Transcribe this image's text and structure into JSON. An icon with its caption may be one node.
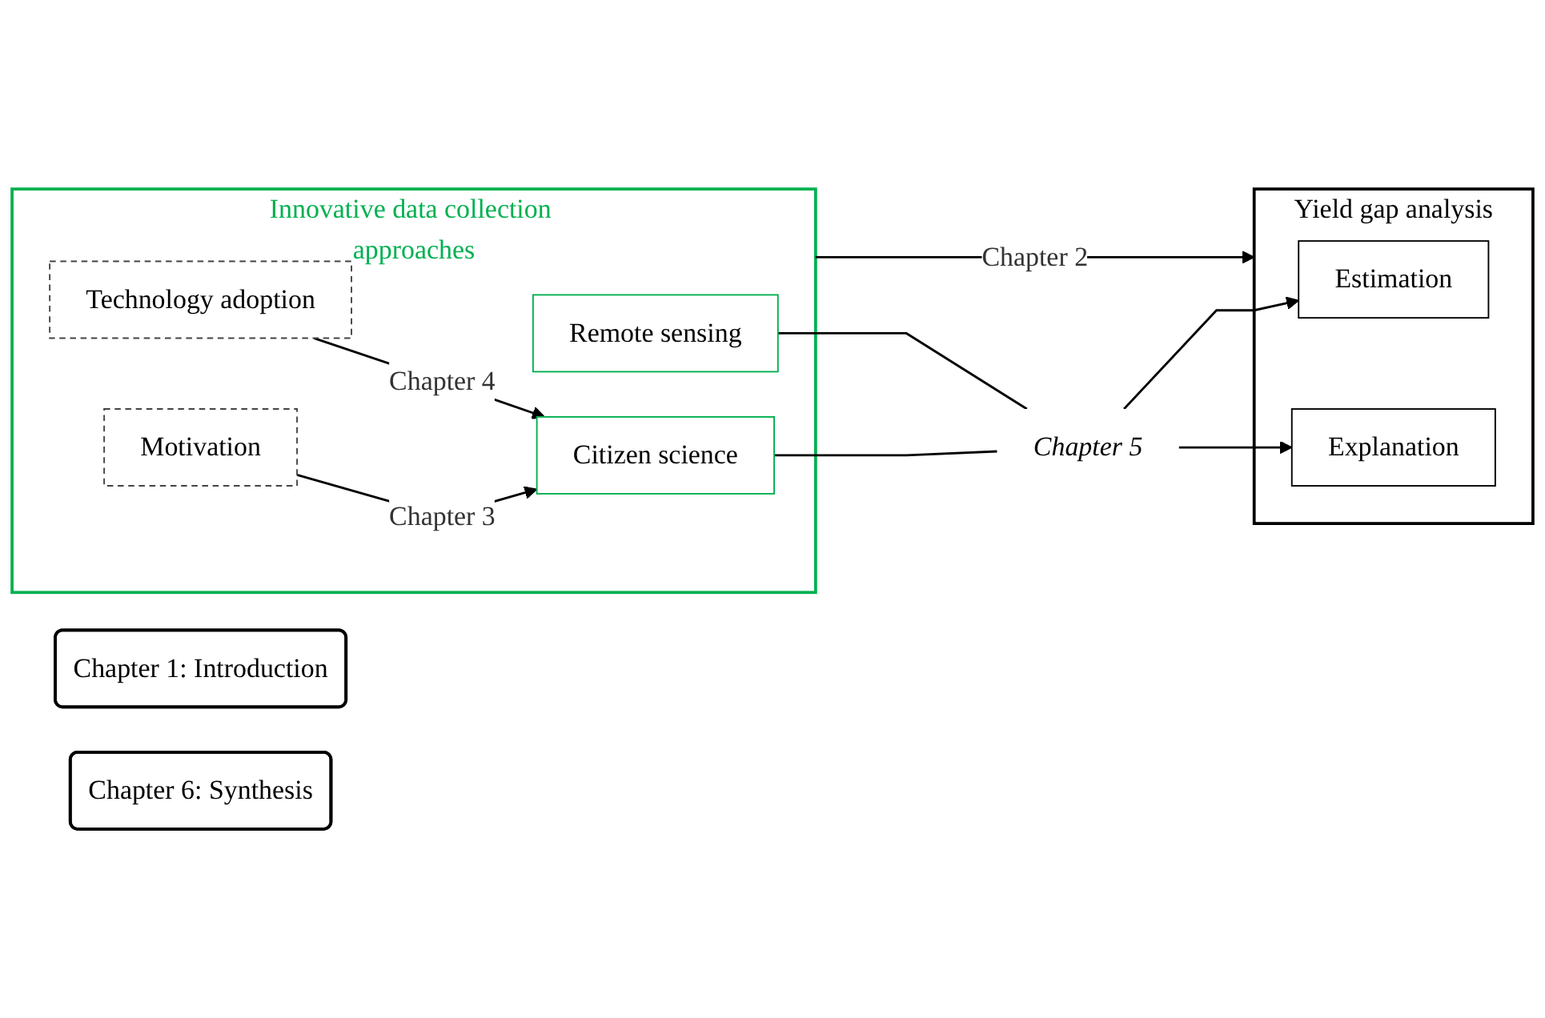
{
  "diagram": {
    "nodes": [
      {
        "text": [
          "Chapter 1: Introduction"
        ]
      },
      {
        "text": [
          "Innovative data collection approaches"
        ]
      },
      {
        "text": [
          "Motivation"
        ],
        "in": 1
      },
      {
        "text": [
          "Citizen science"
        ],
        "in": 1
      },
      {
        "text": [
          "Technology adoption"
        ],
        "in": 1
      },
      {
        "text": [
          "Remote sensing"
        ],
        "in": 1
      },
      {
        "text": [
          "Chapter 5"
        ]
      },
      {
        "text": [
          "Yield gap analysis"
        ]
      },
      {
        "text": [
          "Estimation"
        ],
        "in": 7
      },
      {
        "text": [
          "Explanation"
        ],
        "in": 7
      },
      {
        "text": [
          "Chapter 6: Synthesis"
        ]
      }
    ],
    "edges": [
      {
        "from": 1,
        "to": 7,
        "arrow": "to",
        "label": "Chapter 2"
      },
      {
        "from": 2,
        "to": 3,
        "arrow": "to",
        "label": "Chapter 3"
      },
      {
        "from": 4,
        "to": 3,
        "arrow": "to",
        "label": "Chapter 4"
      },
      {
        "from": 3,
        "to": 6,
        "arrow": "none"
      },
      {
        "from": 5,
        "to": 6,
        "arrow": "none"
      },
      {
        "from": 6,
        "to": 8,
        "arrow": "to"
      },
      {
        "from": 6,
        "to": 9,
        "arrow": "to"
      }
    ]
  }
}
